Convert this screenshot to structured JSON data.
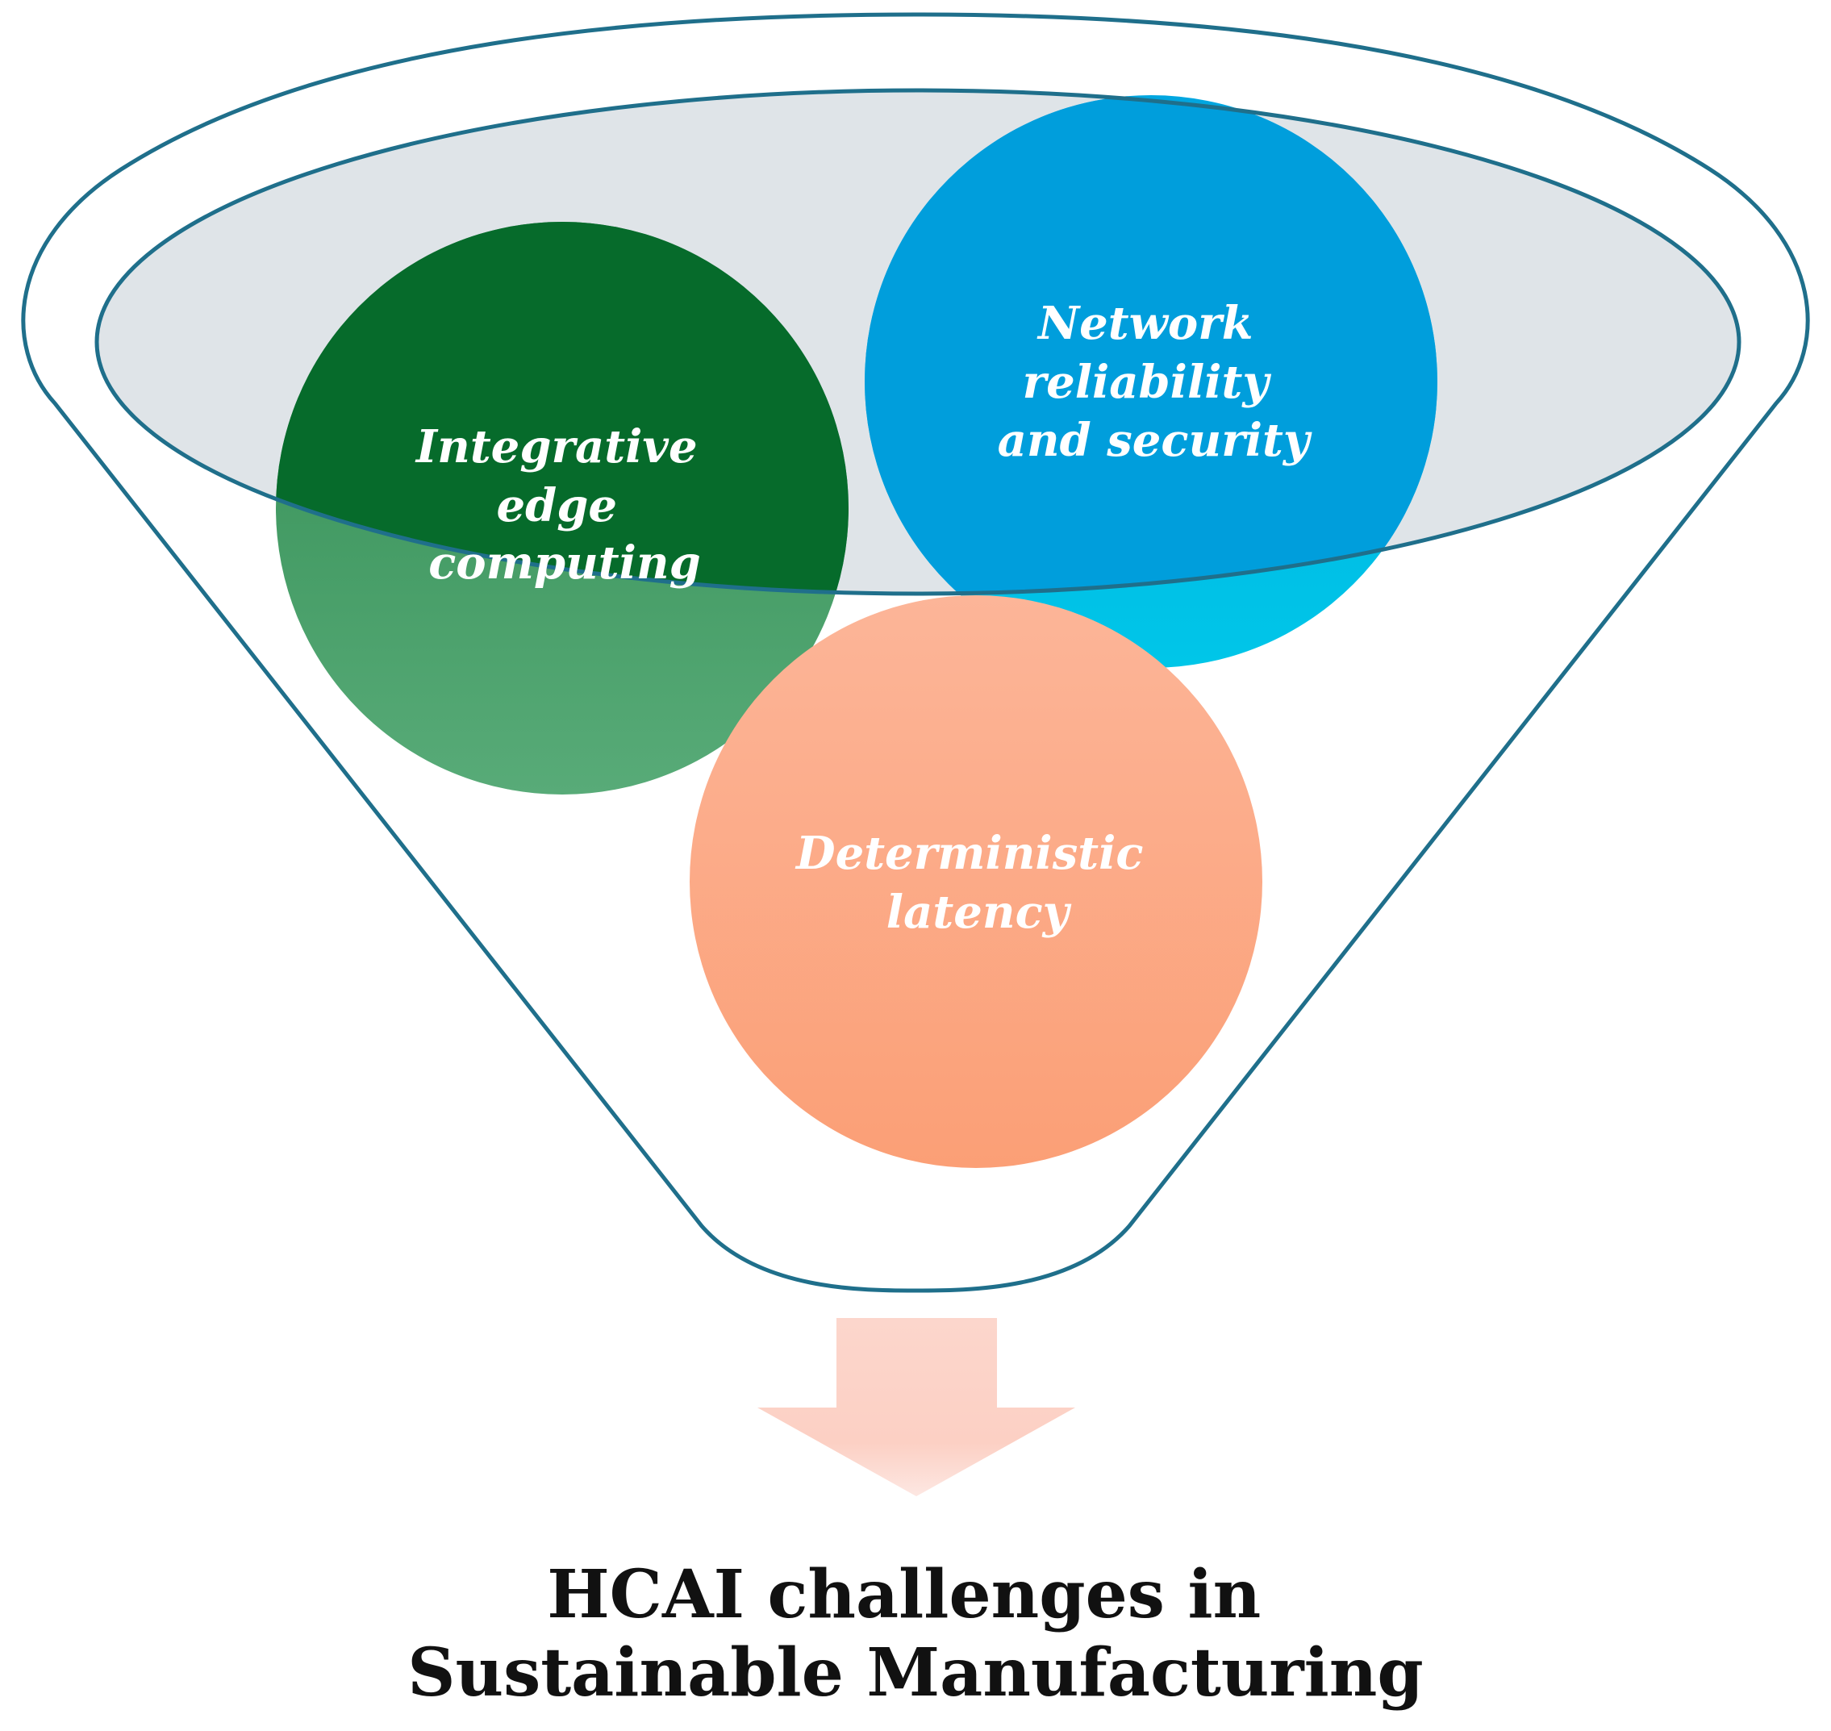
{
  "diagram": {
    "circles": [
      {
        "lines": [
          "Integrative",
          "edge",
          "computing"
        ],
        "color": "#1f7a3c"
      },
      {
        "lines": [
          "Network",
          "reliability",
          "and security"
        ],
        "color": "#00a3dc"
      },
      {
        "lines": [
          "Deterministic",
          "latency"
        ],
        "color": "#fba882"
      }
    ],
    "caption": {
      "line1": "HCAI challenges in",
      "line2": "Sustainable Manufacturing"
    },
    "colors": {
      "funnel_outline": "#1f6f8b",
      "funnel_top_fill": "#dfe4e8",
      "arrow_fill": "#fcd3c8"
    }
  }
}
